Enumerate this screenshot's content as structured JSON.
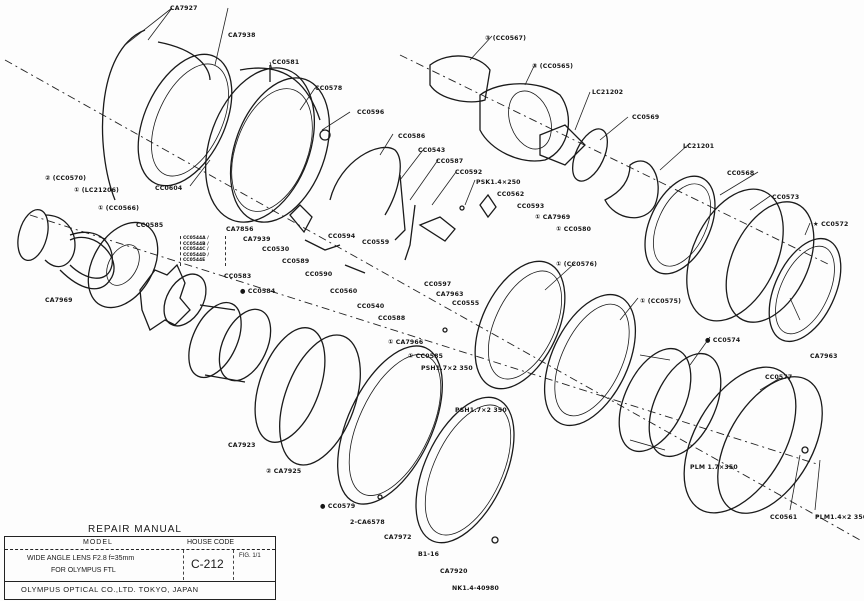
{
  "title_block": {
    "heading": "REPAIR MANUAL",
    "model_label": "MODEL",
    "house_code_label": "HOUSE CODE",
    "model_line1": "WIDE ANGLE LENS F2.8 f=35mm",
    "model_line2": "FOR OLYMPUS FTL",
    "house_code": "C-212",
    "figure": "FIG. 1/1",
    "company": "OLYMPUS OPTICAL CO.,LTD. TOKYO, JAPAN"
  },
  "part_labels": [
    {
      "id": "ca7927",
      "text": "CA7927"
    },
    {
      "id": "ca7938",
      "text": "CA7938"
    },
    {
      "id": "cc0581",
      "text": "CC0581"
    },
    {
      "id": "cc0578",
      "text": "CC0578"
    },
    {
      "id": "cc0604",
      "text": "CC0604"
    },
    {
      "id": "cc0596",
      "text": "CC0596"
    },
    {
      "id": "cc0586",
      "text": "CC0586"
    },
    {
      "id": "cc0543",
      "text": "CC0543"
    },
    {
      "id": "cc0587",
      "text": "CC0587"
    },
    {
      "id": "cc0592",
      "text": "CC0592"
    },
    {
      "id": "psk14x250",
      "text": "PSK1.4×250"
    },
    {
      "id": "cc0562",
      "text": "CC0562"
    },
    {
      "id": "cc0593",
      "text": "CC0593"
    },
    {
      "id": "ca7969a",
      "text": "① CA7969"
    },
    {
      "id": "cc0580",
      "text": "① CC0580"
    },
    {
      "id": "cc0567",
      "text": "③ (CC0567)"
    },
    {
      "id": "cc0565",
      "text": "③ (CC0565)"
    },
    {
      "id": "lc21202",
      "text": "LC21202"
    },
    {
      "id": "cc0569",
      "text": "CC0569"
    },
    {
      "id": "lc21201",
      "text": "LC21201"
    },
    {
      "id": "cc0568",
      "text": "CC0568"
    },
    {
      "id": "cc0573",
      "text": "CC0573"
    },
    {
      "id": "cc0572",
      "text": "★ CC0572"
    },
    {
      "id": "cc0570",
      "text": "② (CC0570)"
    },
    {
      "id": "lc21206",
      "text": "① (LC21206)"
    },
    {
      "id": "cc0566",
      "text": "① (CC0566)"
    },
    {
      "id": "cc0585",
      "text": "CC0585"
    },
    {
      "id": "cc0544_group",
      "text": "CC0544A / CC0544B / CC0544C / CC0544D / CC0544E"
    },
    {
      "id": "cc0583",
      "text": "CC0583"
    },
    {
      "id": "cc0584",
      "text": "● CC0584"
    },
    {
      "id": "ca7969b",
      "text": "CA7969"
    },
    {
      "id": "ca7856",
      "text": "CA7856"
    },
    {
      "id": "ca7939",
      "text": "CA7939"
    },
    {
      "id": "cc0530",
      "text": "CC0530"
    },
    {
      "id": "cc0594",
      "text": "CC0594"
    },
    {
      "id": "cc0589",
      "text": "CC0589"
    },
    {
      "id": "cc0559",
      "text": "CC0559"
    },
    {
      "id": "cc0590",
      "text": "CC0590"
    },
    {
      "id": "cc0560",
      "text": "CC0560"
    },
    {
      "id": "cc0540",
      "text": "CC0540"
    },
    {
      "id": "cc0588",
      "text": "CC0588"
    },
    {
      "id": "cc0597",
      "text": "CC0597"
    },
    {
      "id": "ca7963",
      "text": "CA7963"
    },
    {
      "id": "cc0555",
      "text": "CC0555"
    },
    {
      "id": "cc0576",
      "text": "① (CC0576)"
    },
    {
      "id": "ca7966",
      "text": "① CA7966"
    },
    {
      "id": "cc0585b",
      "text": "① CC0585"
    },
    {
      "id": "psh17x2350a",
      "text": "PSH1.7×2 350"
    },
    {
      "id": "cc0575",
      "text": "① (CC0575)"
    },
    {
      "id": "cc0574",
      "text": "● CC0574"
    },
    {
      "id": "ca7963b",
      "text": "CA7963"
    },
    {
      "id": "cc0577",
      "text": "CC0577"
    },
    {
      "id": "ca7923",
      "text": "CA7923"
    },
    {
      "id": "ca7925",
      "text": "② CA7925"
    },
    {
      "id": "psh17x2350b",
      "text": "PSH1.7×2 350"
    },
    {
      "id": "cc0579",
      "text": "● CC0579"
    },
    {
      "id": "ca6578",
      "text": "2-CA6578"
    },
    {
      "id": "ca7972",
      "text": "CA7972"
    },
    {
      "id": "b1116",
      "text": "B1-16"
    },
    {
      "id": "ca7920",
      "text": "CA7920"
    },
    {
      "id": "nk14",
      "text": "NK1.4-40980"
    },
    {
      "id": "plm17x350",
      "text": "PLM 1.7×350"
    },
    {
      "id": "cc0561",
      "text": "CC0561"
    },
    {
      "id": "plm14x2350",
      "text": "PLM1.4×2 350"
    }
  ]
}
